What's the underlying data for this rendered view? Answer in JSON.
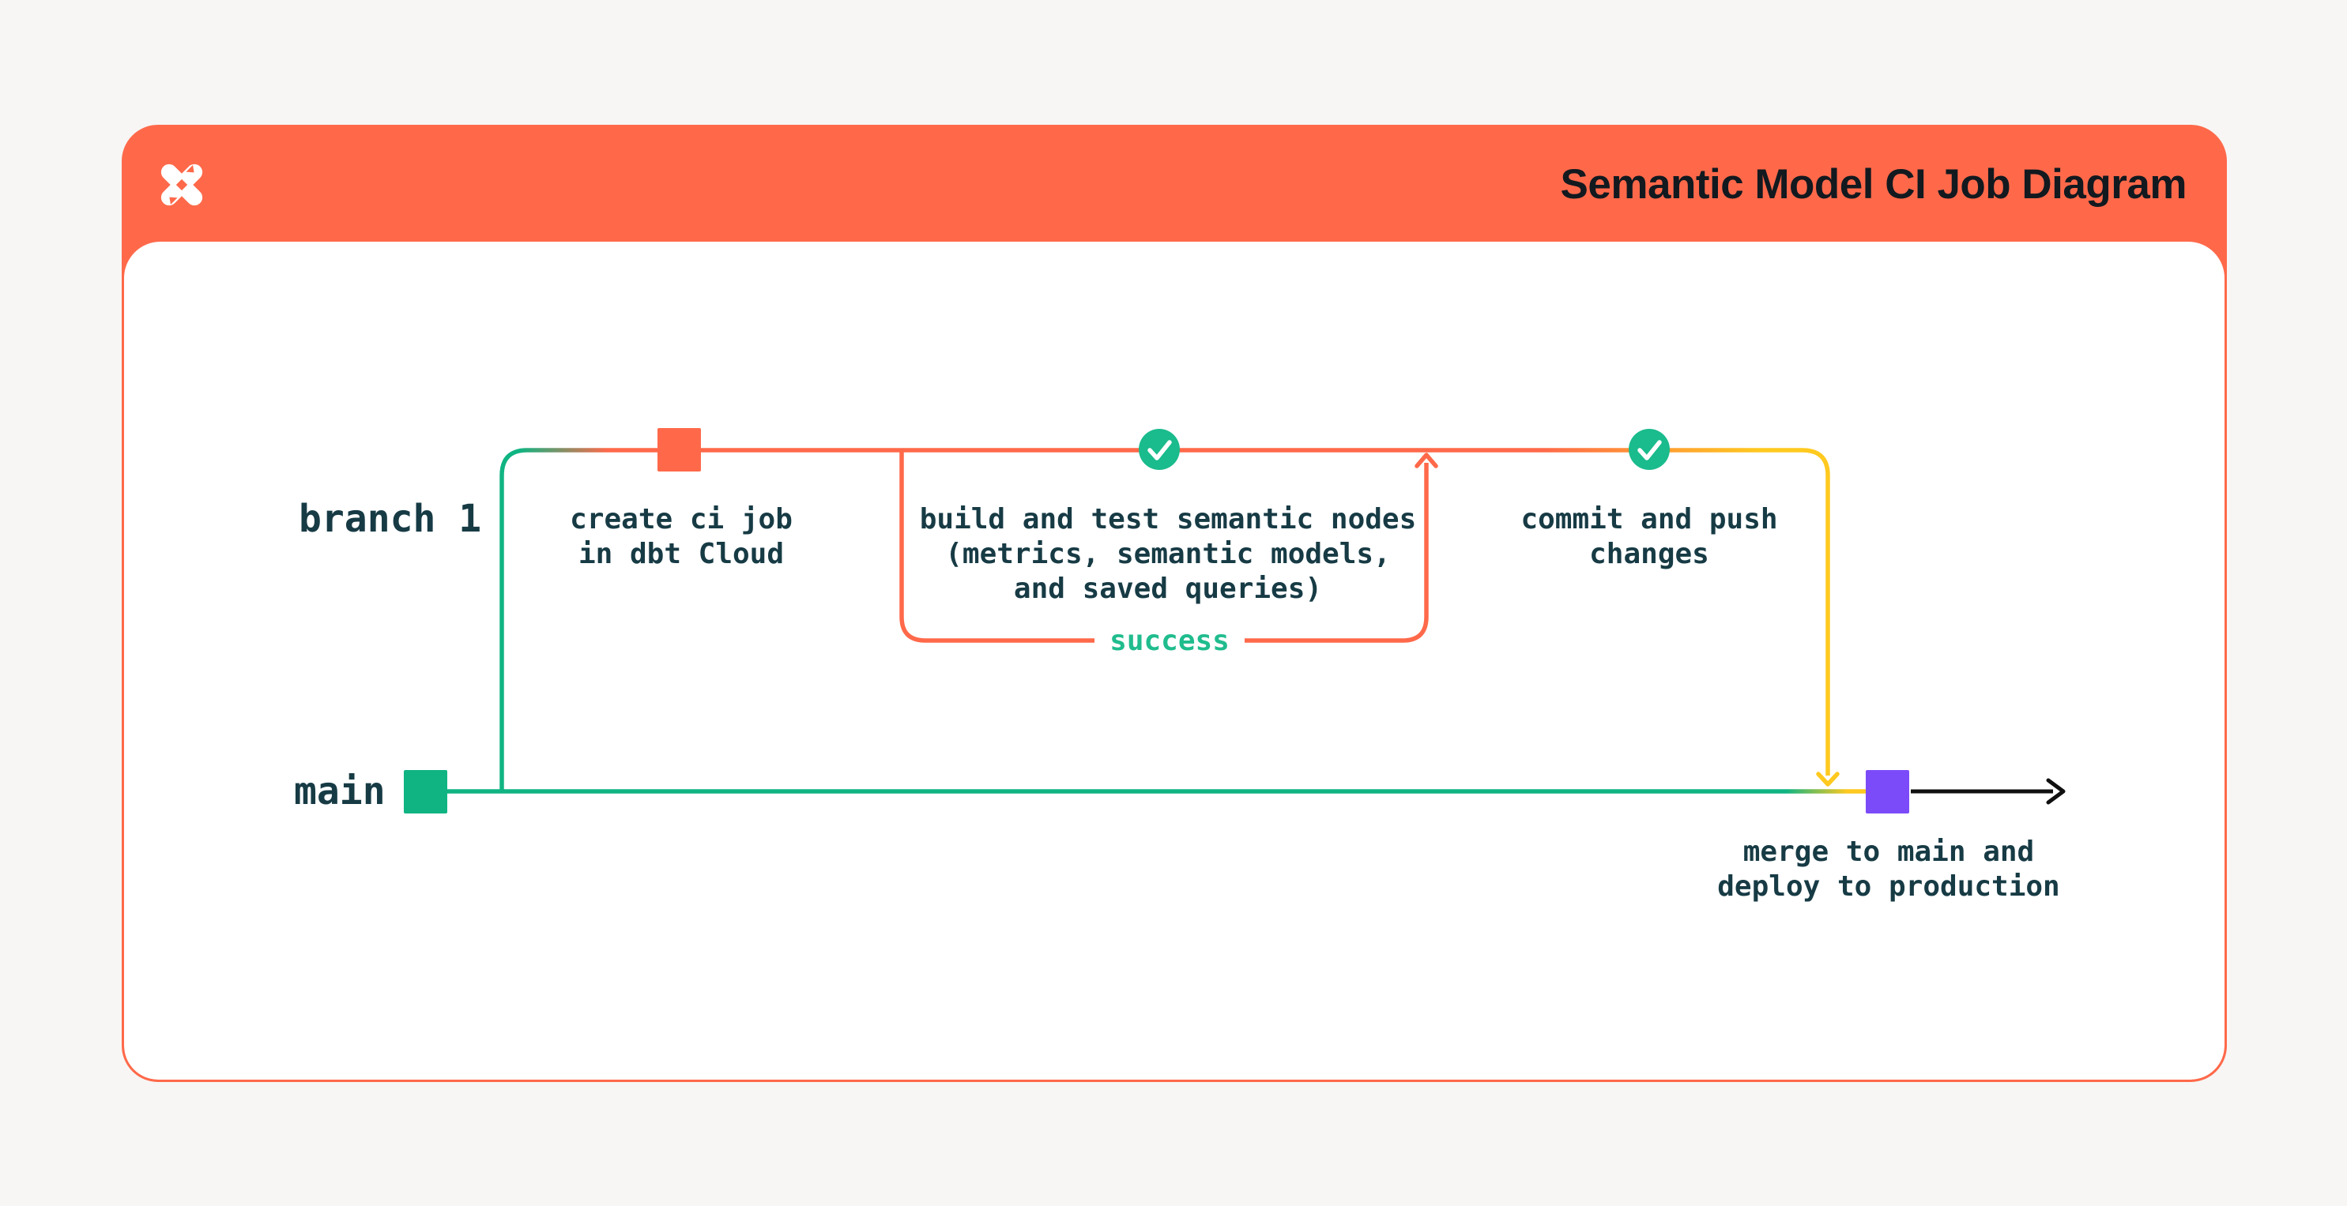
{
  "colors": {
    "page-bg": "#F7F6F4",
    "brand-orange": "#FF694A",
    "card-bg": "#FFFFFF",
    "green": "#10B482",
    "circle-green": "#1ABB8C",
    "success-green": "#20BC8E",
    "yellow": "#FFC91F",
    "purple": "#7C4BF9",
    "arrow-black": "#101010",
    "text-dark": "#173B45",
    "title-dark": "#12191F"
  },
  "header": {
    "title": "Semantic Model CI Job Diagram",
    "logo": "dbt-logo"
  },
  "diagram": {
    "branch_label": "branch 1",
    "main_label": "main",
    "success_label": "success",
    "node_create": "create ci job\nin dbt Cloud",
    "node_build": "build and test semantic nodes\n(metrics, semantic models,\nand saved queries)",
    "node_commit": "commit and push\nchanges",
    "node_merge": "merge to main and\ndeploy to production"
  }
}
